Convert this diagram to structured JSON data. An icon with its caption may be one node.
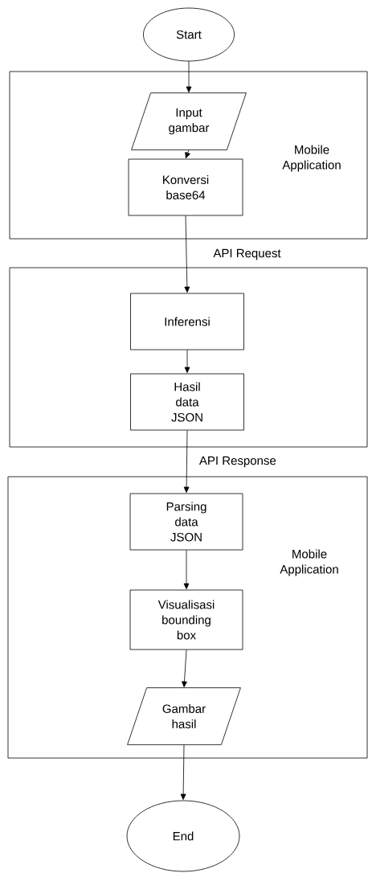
{
  "diagram": {
    "nodes": [
      {
        "text": [
          "Start"
        ]
      },
      {
        "text": [
          "Mobile Application"
        ]
      },
      {
        "text": [
          "Input gambar"
        ],
        "in": 1
      },
      {
        "text": [
          "Konversi base64"
        ],
        "in": 1
      },
      {
        "text": [],
        "shape": "box"
      },
      {
        "text": [
          "Inferensi"
        ],
        "in": 4
      },
      {
        "text": [
          "Hasil data JSON"
        ],
        "in": 4
      },
      {
        "text": [
          "Mobile Application"
        ]
      },
      {
        "text": [
          "Parsing data JSON"
        ],
        "in": 7
      },
      {
        "text": [
          "Visualisasi bounding box"
        ],
        "in": 7
      },
      {
        "text": [
          "Gambar hasil"
        ],
        "in": 7
      },
      {
        "text": [
          "End"
        ]
      }
    ],
    "edges": [
      {
        "from": 0,
        "to": 2,
        "arrow": "to"
      },
      {
        "from": 2,
        "to": 3,
        "arrow": "to"
      },
      {
        "from": 3,
        "to": 5,
        "arrow": "to",
        "label": "API Request"
      },
      {
        "from": 5,
        "to": 6,
        "arrow": "to"
      },
      {
        "from": 6,
        "to": 8,
        "arrow": "to",
        "label": "API Response"
      },
      {
        "from": 8,
        "to": 9,
        "arrow": "to"
      },
      {
        "from": 9,
        "to": 10,
        "arrow": "to"
      },
      {
        "from": 10,
        "to": 11,
        "arrow": "to"
      }
    ]
  }
}
